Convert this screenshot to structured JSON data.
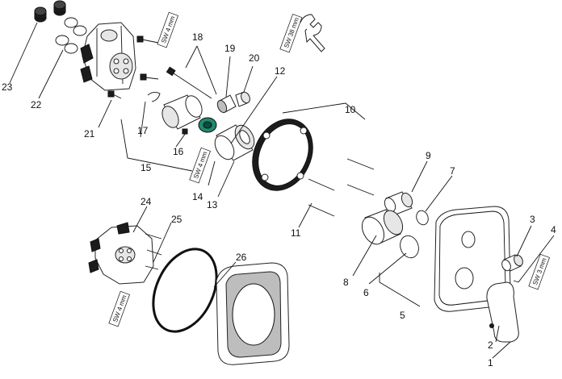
{
  "callouts": [
    "1",
    "2",
    "3",
    "4",
    "5",
    "6",
    "7",
    "8",
    "9",
    "10",
    "11",
    "12",
    "13",
    "14",
    "15",
    "16",
    "17",
    "18",
    "19",
    "20",
    "21",
    "22",
    "23",
    "24",
    "25",
    "26"
  ],
  "tool_labels": {
    "sw4_top": "SW 4 mm",
    "sw38": "SW 38 mm",
    "sw4_mid": "SW 4 mm",
    "sw4_left": "SW 4 mm",
    "sw3": "SW 3 mm"
  },
  "colors": {
    "highlight": "#1e8a6e",
    "ink": "#111111",
    "part_fill": "#ffffff",
    "shade": "#bdbdbd"
  }
}
